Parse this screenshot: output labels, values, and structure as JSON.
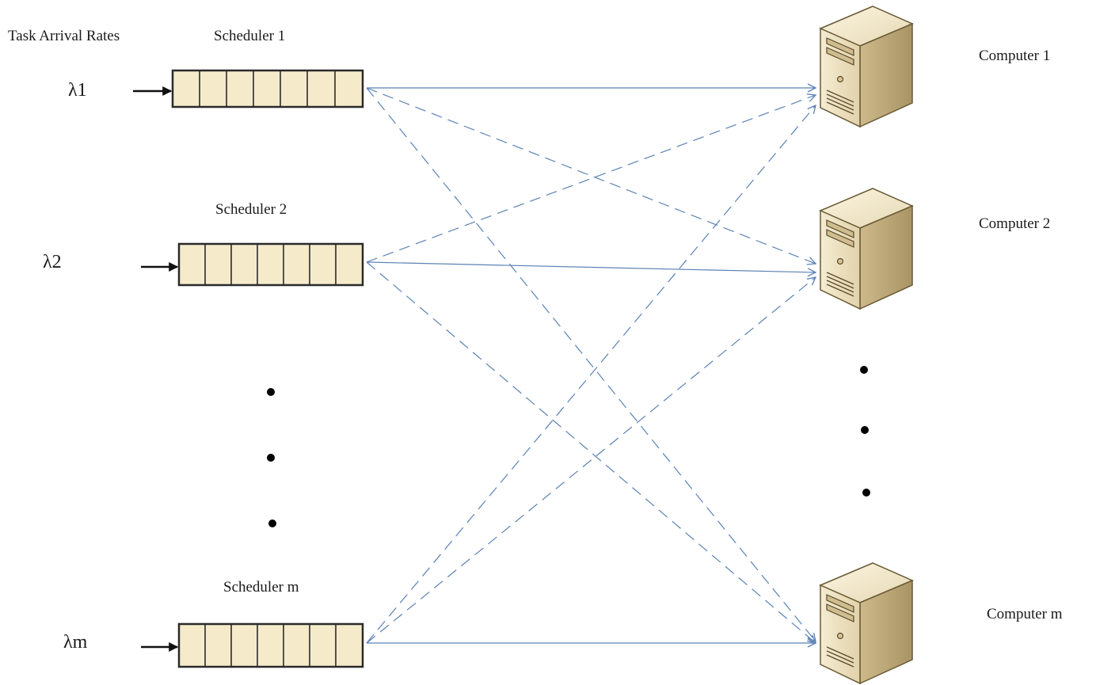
{
  "header": {
    "title": "Task Arrival Rates"
  },
  "schedulers": [
    {
      "label": "Scheduler 1",
      "rate": "λ1",
      "slots": 7
    },
    {
      "label": "Scheduler 2",
      "rate": "λ2",
      "slots": 7
    },
    {
      "label": "Scheduler m",
      "rate": "λm",
      "slots": 7
    }
  ],
  "computers": [
    {
      "label": "Computer 1"
    },
    {
      "label": "Computer 2"
    },
    {
      "label": "Computer m"
    }
  ],
  "colors": {
    "queue_fill": "#f5ebcb",
    "queue_stroke": "#2a2a2a",
    "link": "#5b82b5",
    "server_light": "#f1e6c8",
    "server_mid": "#dccaa0",
    "server_dark": "#b9a577"
  },
  "icons": {
    "computer": "server-tower-icon",
    "arrival": "arrow-right-icon",
    "ellipsis": "dot-icon"
  }
}
